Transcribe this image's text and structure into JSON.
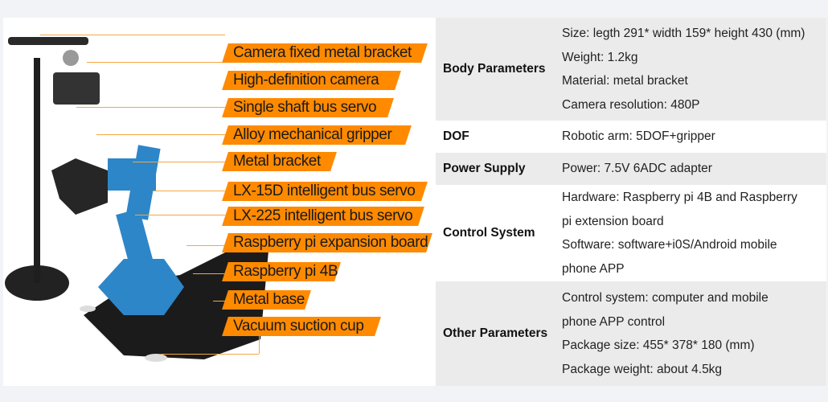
{
  "labels": [
    "Camera fixed metal bracket",
    "High-definition camera",
    "Single shaft bus servo",
    "Alloy mechanical gripper",
    "Metal bracket",
    "LX-15D intelligent bus servo",
    "LX-225 intelligent bus servo",
    "Raspberry pi expansion board",
    "Raspberry pi 4B",
    "Metal base",
    "Vacuum suction cup"
  ],
  "colors": {
    "label_bg": "#ff8a00",
    "arm_blue": "#2d86c8",
    "row_gray": "#ebebeb"
  },
  "specs": [
    {
      "key": "Body Parameters",
      "values": [
        "Size: legth 291* width 159* height 430 (mm)",
        "Weight: 1.2kg",
        "Material: metal bracket",
        "Camera resolution: 480P"
      ]
    },
    {
      "key": "DOF",
      "values": [
        "Robotic arm: 5DOF+gripper"
      ]
    },
    {
      "key": "Power Supply",
      "values": [
        "Power: 7.5V 6ADC adapter"
      ]
    },
    {
      "key": "Control System",
      "values": [
        "Hardware: Raspberry pi 4B and Raspberry",
        "pi extension board",
        "Software: software+i0S/Android mobile",
        "phone APP"
      ]
    },
    {
      "key": "Other Parameters",
      "values": [
        "Control system: computer and mobile",
        "phone APP control",
        "Package size: 455* 378* 180 (mm)",
        "Package weight: about 4.5kg"
      ]
    }
  ]
}
